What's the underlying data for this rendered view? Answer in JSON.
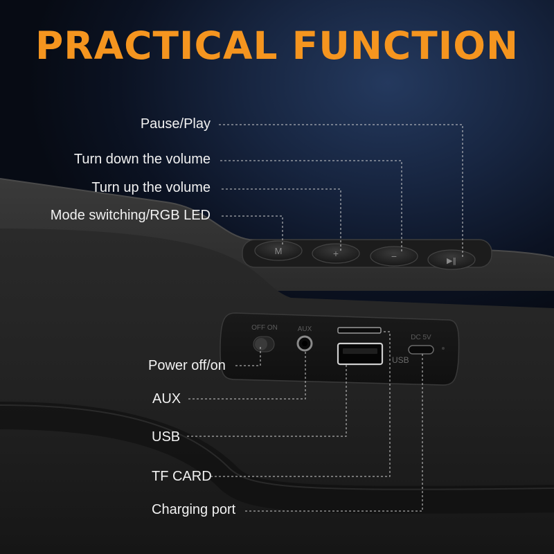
{
  "title": "PRACTICAL FUNCTION",
  "top_callouts": [
    {
      "id": "pause-play",
      "label": "Pause/Play"
    },
    {
      "id": "volume-down",
      "label": "Turn down the volume"
    },
    {
      "id": "volume-up",
      "label": "Turn up the volume"
    },
    {
      "id": "mode",
      "label": "Mode switching/RGB LED"
    }
  ],
  "bottom_callouts": [
    {
      "id": "power",
      "label": "Power off/on"
    },
    {
      "id": "aux",
      "label": "AUX"
    },
    {
      "id": "usb",
      "label": "USB"
    },
    {
      "id": "tf-card",
      "label": "TF CARD"
    },
    {
      "id": "charging",
      "label": "Charging port"
    }
  ],
  "buttons": [
    {
      "id": "mode",
      "symbol": "M"
    },
    {
      "id": "plus",
      "symbol": "+"
    },
    {
      "id": "minus",
      "symbol": "−"
    },
    {
      "id": "play",
      "symbol": "▶‖"
    }
  ],
  "port_panel": {
    "switch_label": "OFF ON",
    "aux_label": "AUX",
    "dc_label": "DC 5V",
    "usb_label": "USB"
  },
  "colors": {
    "title": "#f5951f",
    "label": "#f2f2f2",
    "leader": "#cfcfcf",
    "speaker_body": "#262626"
  }
}
